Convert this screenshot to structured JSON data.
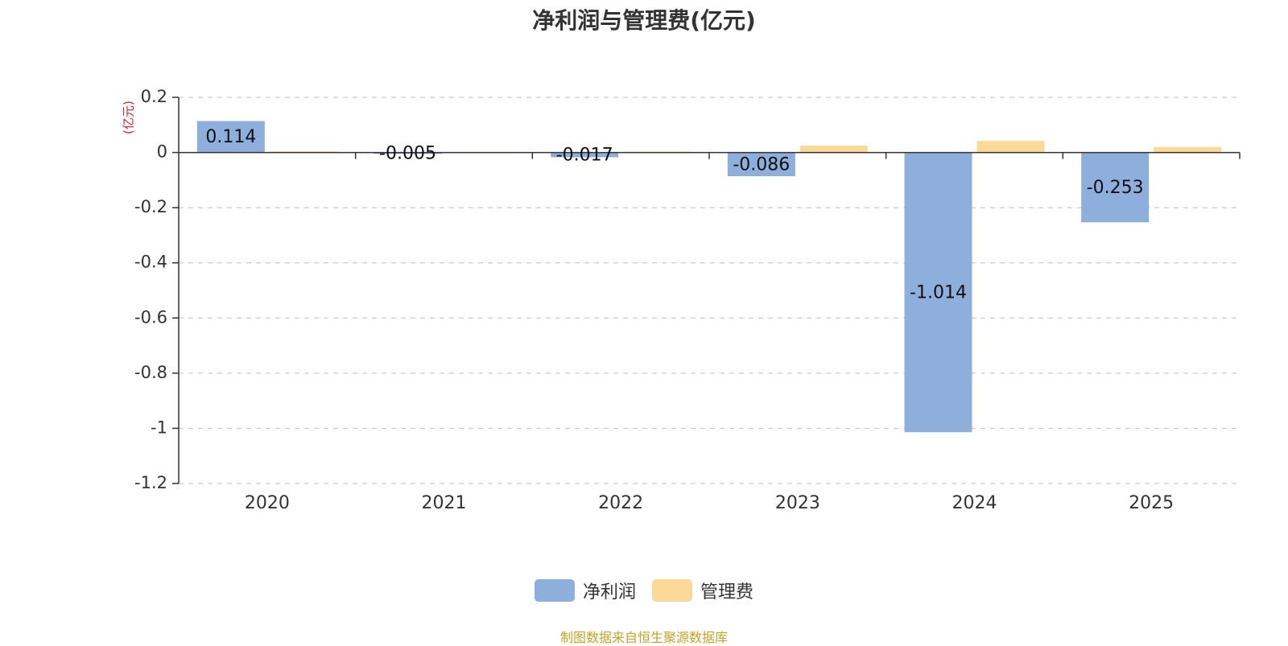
{
  "chart_data": {
    "type": "bar",
    "title": "净利润与管理费(亿元)",
    "ylabel": "(亿元)",
    "categories": [
      "2020",
      "2021",
      "2022",
      "2023",
      "2024",
      "2025"
    ],
    "series": [
      {
        "name": "净利润",
        "color": "#8eaedb",
        "values": [
          0.114,
          -0.005,
          -0.017,
          -0.086,
          -1.014,
          -0.253
        ],
        "labels": [
          "0.114",
          "-0.005",
          "-0.017",
          "-0.086",
          "-1.014",
          "-0.253"
        ]
      },
      {
        "name": "管理费",
        "color": "#fdd999",
        "values": [
          0.004,
          0.002,
          0.003,
          0.025,
          0.042,
          0.02
        ]
      }
    ],
    "ylim": [
      -1.2,
      0.2
    ],
    "yticks": [
      "0.2",
      "0",
      "-0.2",
      "-0.4",
      "-0.6",
      "-0.8",
      "-1",
      "-1.2"
    ],
    "grid": true,
    "legend_position": "bottom-center"
  },
  "ylabel_color": "#e02020",
  "source": "制图数据来自恒生聚源数据库"
}
